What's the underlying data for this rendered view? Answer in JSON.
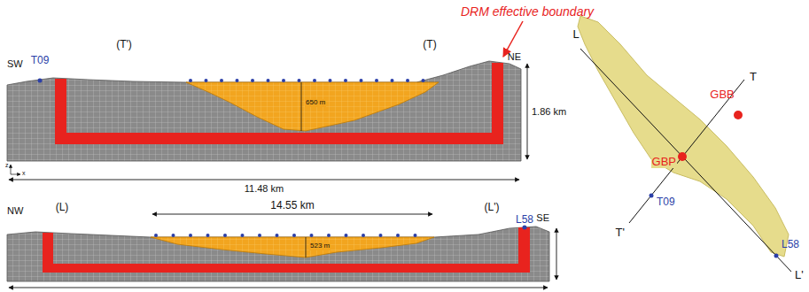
{
  "diagram": {
    "labels": [
      "DRM effective boundary",
      "(T')",
      "(T)",
      "SW",
      "NE",
      "T09",
      "650 m",
      "1.86 km",
      "11.48 km",
      "z",
      "x",
      "NW",
      "(L)",
      "14.55 km",
      "(L')",
      "SE",
      "L58",
      "523 m",
      "L",
      "GBB",
      "T",
      "GBP",
      "T09",
      "T'",
      "L58",
      "L'"
    ]
  }
}
